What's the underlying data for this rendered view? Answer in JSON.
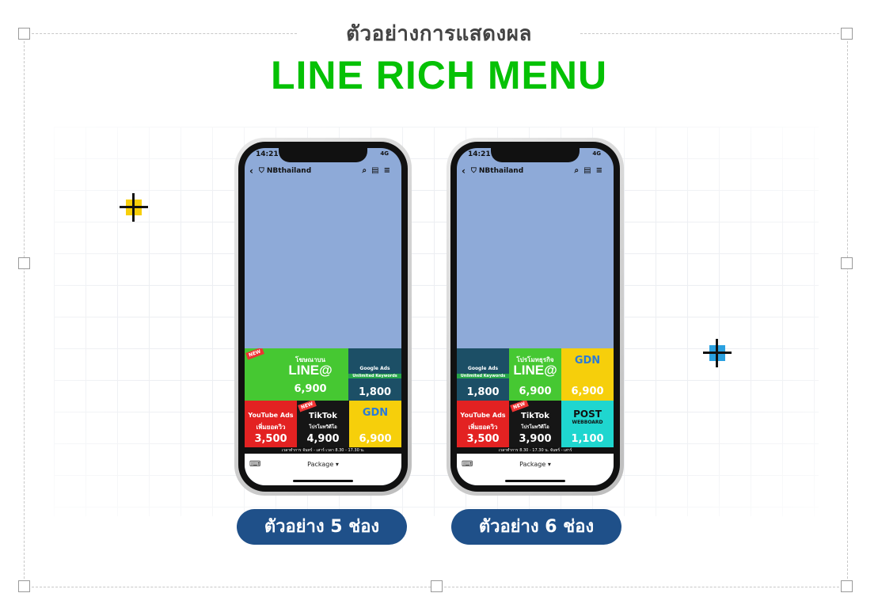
{
  "subtitle": "ตัวอย่างการแสดงผล",
  "title": "LINE RICH MENU",
  "colors": {
    "title": "#05c105",
    "pill": "#1f5089",
    "chat_bg": "#8eaad8"
  },
  "phones": [
    {
      "status_time": "14:21",
      "network": "4G",
      "chat_name": "NBthailand",
      "header_icons": [
        "search-icon",
        "notes-icon",
        "menu-icon"
      ],
      "hours_bar": "เวลาทำการ จันทร์ - เสาร์ เวลา 8.30 - 17.30 น.",
      "menu_label": "Package ▾",
      "tiles": [
        {
          "badge": "NEW",
          "line1": "โฆษณาบน",
          "big": "LINE@",
          "price": "6,900"
        },
        {
          "line1": "Google Ads",
          "big": "Unlimited Keywords",
          "price": "1,800"
        },
        {
          "line1": "YouTube Ads",
          "big": "เพิ่มยอดวิว",
          "price": "3,500"
        },
        {
          "badge": "NEW",
          "line1": "TikTok",
          "big": "โปรโมทวิดีโอ",
          "price": "4,900"
        },
        {
          "line1": "GDN",
          "big": "",
          "price": "6,900"
        }
      ],
      "caption": "ตัวอย่าง 5 ช่อง"
    },
    {
      "status_time": "14:21",
      "network": "4G",
      "chat_name": "NBthailand",
      "header_icons": [
        "search-icon",
        "notes-icon",
        "menu-icon"
      ],
      "hours_bar": "เวลาทำการ 8.30 - 17.30 น. จันทร์ - เสาร์",
      "menu_label": "Package ▾",
      "tiles": [
        {
          "line1": "Google Ads",
          "big": "Unlimited Keywords",
          "price": "1,800"
        },
        {
          "line1": "โปรโมทธุรกิจ",
          "big": "LINE@",
          "price": "6,900"
        },
        {
          "line1": "GDN",
          "big": "",
          "price": "6,900"
        },
        {
          "line1": "YouTube Ads",
          "big": "เพิ่มยอดวิว",
          "price": "3,500"
        },
        {
          "badge": "NEW",
          "line1": "TikTok",
          "big": "โปรโมทวิดีโอ",
          "price": "3,900"
        },
        {
          "line1": "POST",
          "big": "WEBBOARD",
          "price": "1,100"
        }
      ],
      "caption": "ตัวอย่าง 6 ช่อง"
    }
  ]
}
